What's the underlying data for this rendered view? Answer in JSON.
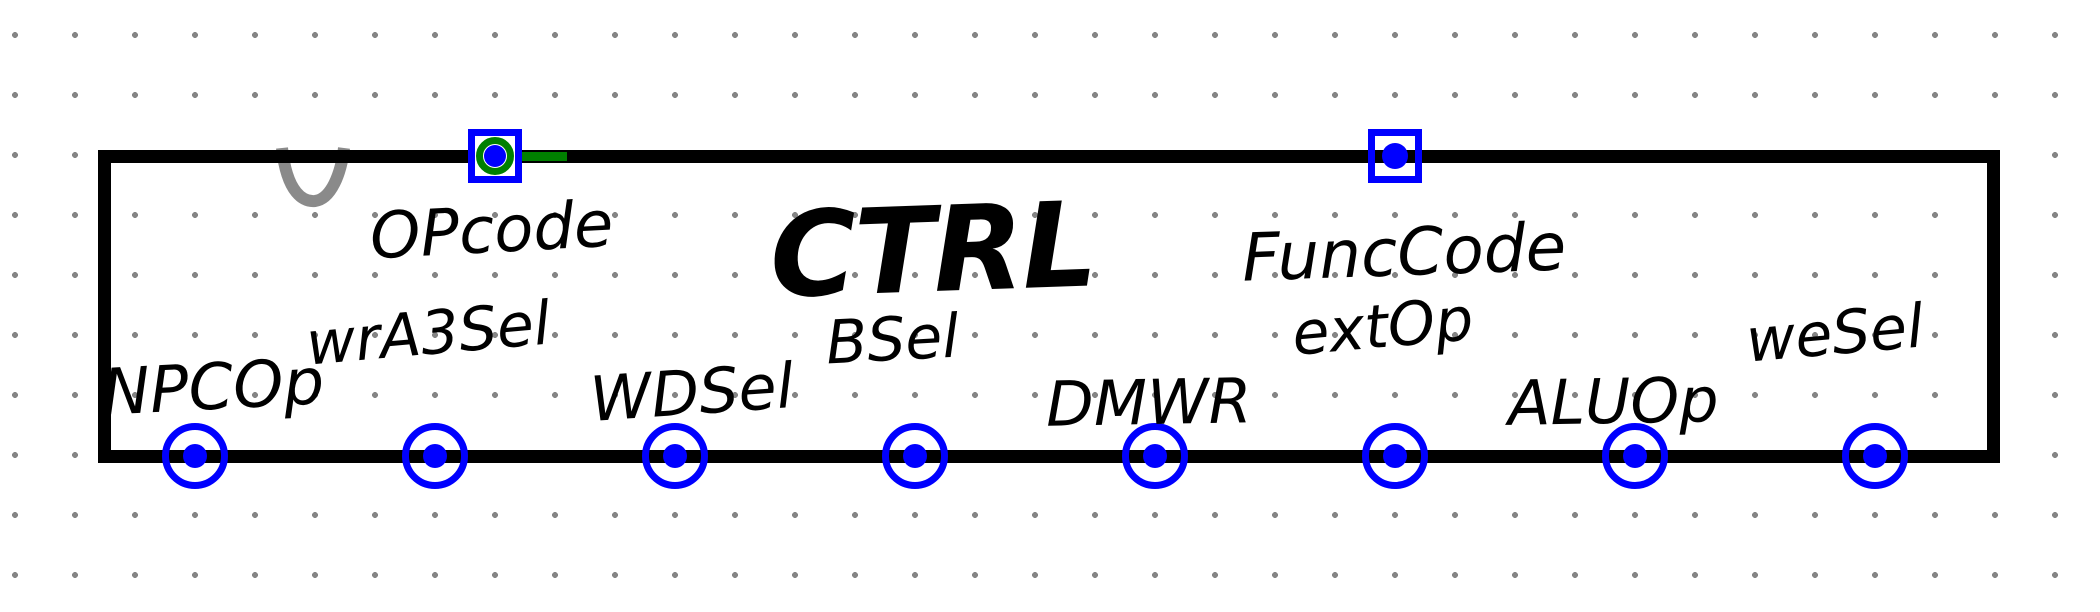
{
  "component": {
    "title": "CTRL",
    "top_ports": [
      {
        "label": "OPcode",
        "state": "selected-with-wire-stub"
      },
      {
        "label": "FuncCode",
        "state": "plain"
      }
    ],
    "bottom_ports": [
      {
        "label": "NPCOp"
      },
      {
        "label": "wrA3Sel"
      },
      {
        "label": "WDSel"
      },
      {
        "label": "BSel"
      },
      {
        "label": "DMWR"
      },
      {
        "label": "extOp"
      },
      {
        "label": "ALUOp"
      },
      {
        "label": "weSel"
      }
    ]
  },
  "colors": {
    "background": "#ffffff",
    "outline_black": "#000000",
    "port_blue": "#0000ff",
    "wire_green": "#008000",
    "grid_dot_gray": "#858585",
    "ghost_gray": "#8a8a8a"
  }
}
